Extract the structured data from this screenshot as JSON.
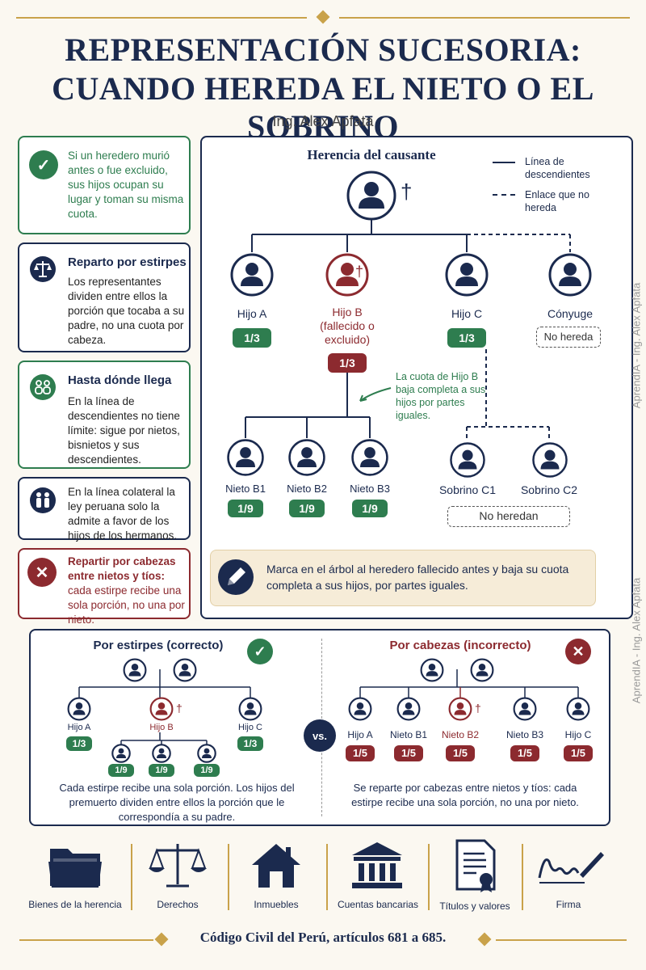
{
  "header": {
    "title_line1": "REPRESENTACIÓN SUCESORIA:",
    "title_line2": "CUANDO HEREDA EL NIETO O EL SOBRINO",
    "author": "Ing. Alex Apfata"
  },
  "side_cards": {
    "card1_text": "Si un heredero murió antes o fue excluido, sus hijos ocupan su lugar y toman su misma cuota.",
    "card2_title": "Reparto por estirpes",
    "card2_text": "Los representantes dividen entre ellos la porción que tocaba a su padre, no una cuota por cabeza.",
    "card3_title": "Hasta dónde llega",
    "card3_text": "En la línea de descendientes no tiene límite: sigue por nietos, bisnietos y sus descendientes.",
    "card4_text": "En la línea colateral la ley peruana solo la admite a favor de los hijos de los hermanos.",
    "card5_title": "Repartir por cabezas entre nietos y tíos:",
    "card5_text": "cada estirpe recibe una sola porción, no una por nieto."
  },
  "tree": {
    "title": "Herencia del causante",
    "legend_solid": "Línea de descendientes",
    "legend_dashed": "Enlace que no hereda",
    "cross": "†",
    "hijo_a": "Hijo A",
    "hijo_b": "Hijo B",
    "hijo_b_note": "(fallecido o excluido)",
    "hijo_c": "Hijo C",
    "conyuge": "Cónyuge",
    "share_a": "1/3",
    "share_b": "1/3",
    "share_c": "1/3",
    "no_hereda": "No hereda",
    "callout": "La cuota de Hijo B baja completa a sus hijos por partes iguales.",
    "nieto_b1": "Nieto B1",
    "nieto_b2": "Nieto B2",
    "nieto_b3": "Nieto B3",
    "share_n": "1/9",
    "sobrino_c1": "Sobrino C1",
    "sobrino_c2": "Sobrino C2",
    "no_heredan": "No heredan",
    "tip": "Marca en el árbol al heredero fallecido antes y baja su cuota completa a sus hijos, por partes iguales."
  },
  "watermark": "AprendIA - Ing. Alex Apfata",
  "compare": {
    "left_title": "Por estirpes (correcto)",
    "left_a": "Hijo A",
    "left_b": "Hijo B",
    "left_c": "Hijo C",
    "left_share": "1/3",
    "left_small_share": "1/9",
    "left_text": "Cada estirpe recibe una sola porción. Los hijos del premuerto dividen entre ellos la porción que le correspondía a su padre.",
    "vs": "vs.",
    "right_title": "Por cabezas (incorrecto)",
    "right_a": "Hijo A",
    "right_b1": "Nieto B1",
    "right_b2": "Nieto B2",
    "right_b3": "Nieto B3",
    "right_c": "Hijo C",
    "right_share": "1/5",
    "right_text": "Se reparte por cabezas entre nietos y tíos: cada estirpe recibe una sola porción, no una por nieto."
  },
  "icons": {
    "i1": "Bienes de la herencia",
    "i2": "Derechos",
    "i3": "Inmuebles",
    "i4": "Cuentas bancarias",
    "i5": "Títulos y valores",
    "i6": "Firma"
  },
  "footer": "Código Civil del Perú, artículos 681 a 685.",
  "colors": {
    "navy": "#1b2a4e",
    "green": "#2e7d4f",
    "red": "#8c2a2f",
    "gold": "#c9a24a"
  }
}
